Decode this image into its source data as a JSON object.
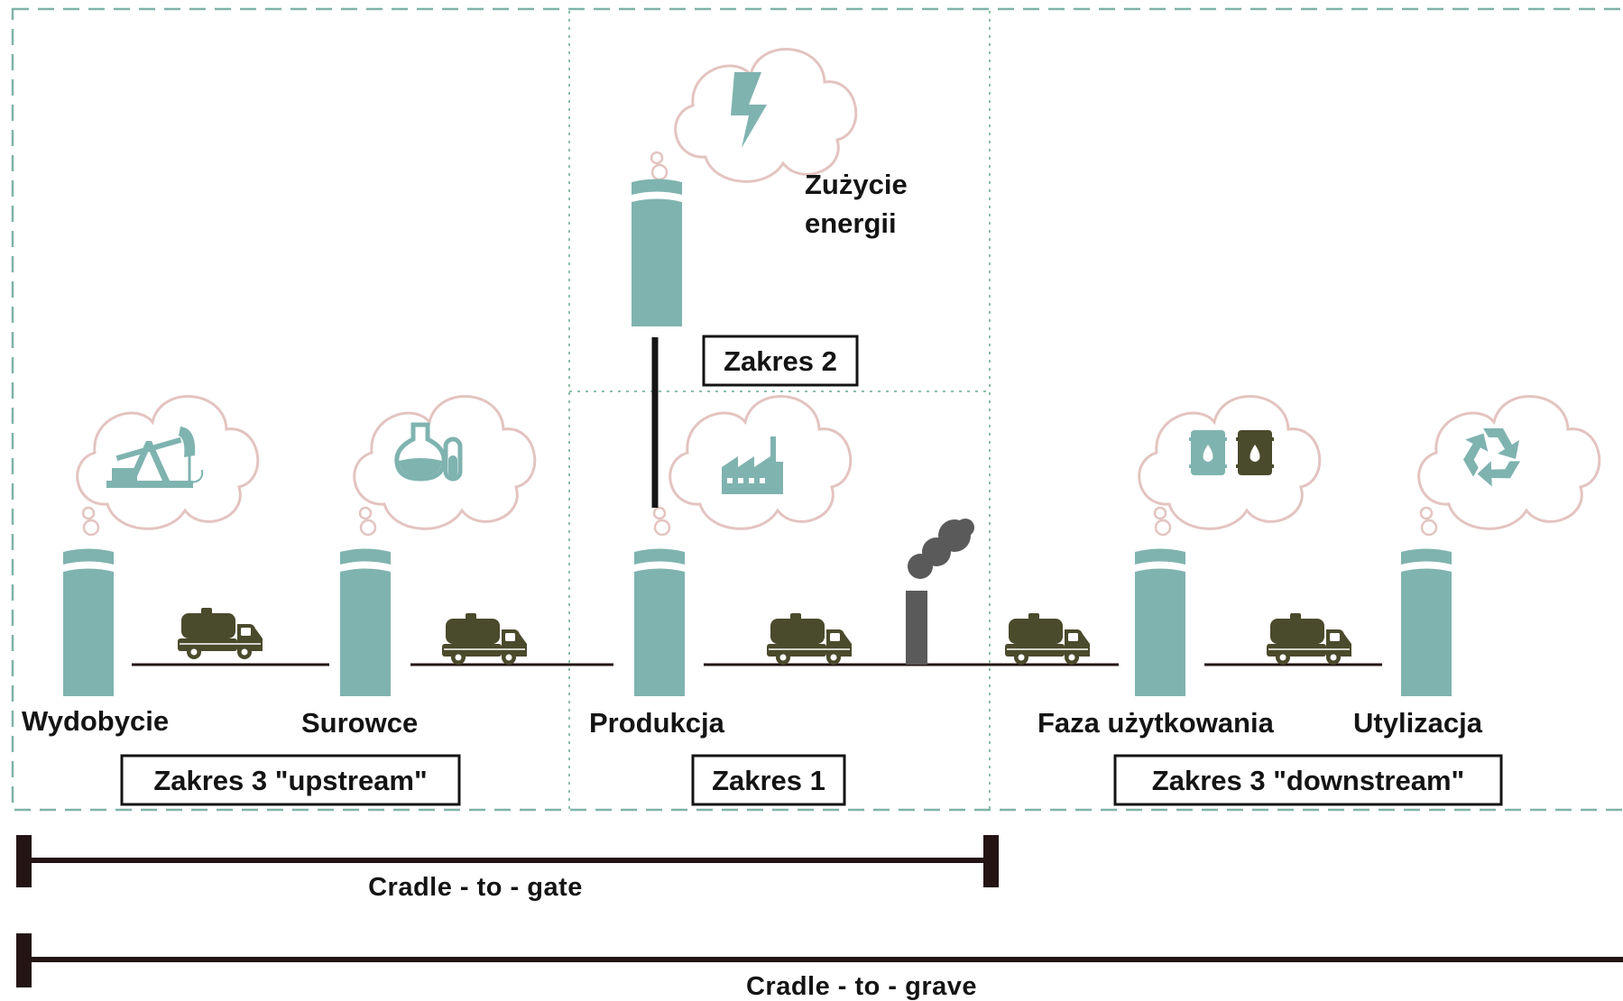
{
  "stages": [
    {
      "id": "wydobycie",
      "label": "Wydobycie",
      "icon": "oil-pump-icon"
    },
    {
      "id": "surowce",
      "label": "Surowce",
      "icon": "lab-flask-icon"
    },
    {
      "id": "produkcja",
      "label": "Produkcja",
      "icon": "factory-icon"
    },
    {
      "id": "faza",
      "label": "Faza użytkowania",
      "icon": "oil-barrels-icon"
    },
    {
      "id": "utylizacja",
      "label": "Utylizacja",
      "icon": "recycle-icon"
    }
  ],
  "energy": {
    "label_line1": "Zużycie",
    "label_line2": "energii",
    "icon": "lightning-icon"
  },
  "scopes": {
    "upstream": "Zakres 3 \"upstream\"",
    "scope1": "Zakres 1",
    "scope2": "Zakres 2",
    "downstream": "Zakres 3 \"downstream\""
  },
  "spans": {
    "cradle_to_gate": "Cradle - to - gate",
    "cradle_to_grave": "Cradle - to - grave"
  },
  "colors": {
    "teal": "#7fb3b0",
    "olive": "#4a4a2c",
    "cloud_outline": "#e3c4c0",
    "dash_border": "#7fb3a8",
    "line_dark": "#241414",
    "smoke": "#5a5a5a"
  }
}
